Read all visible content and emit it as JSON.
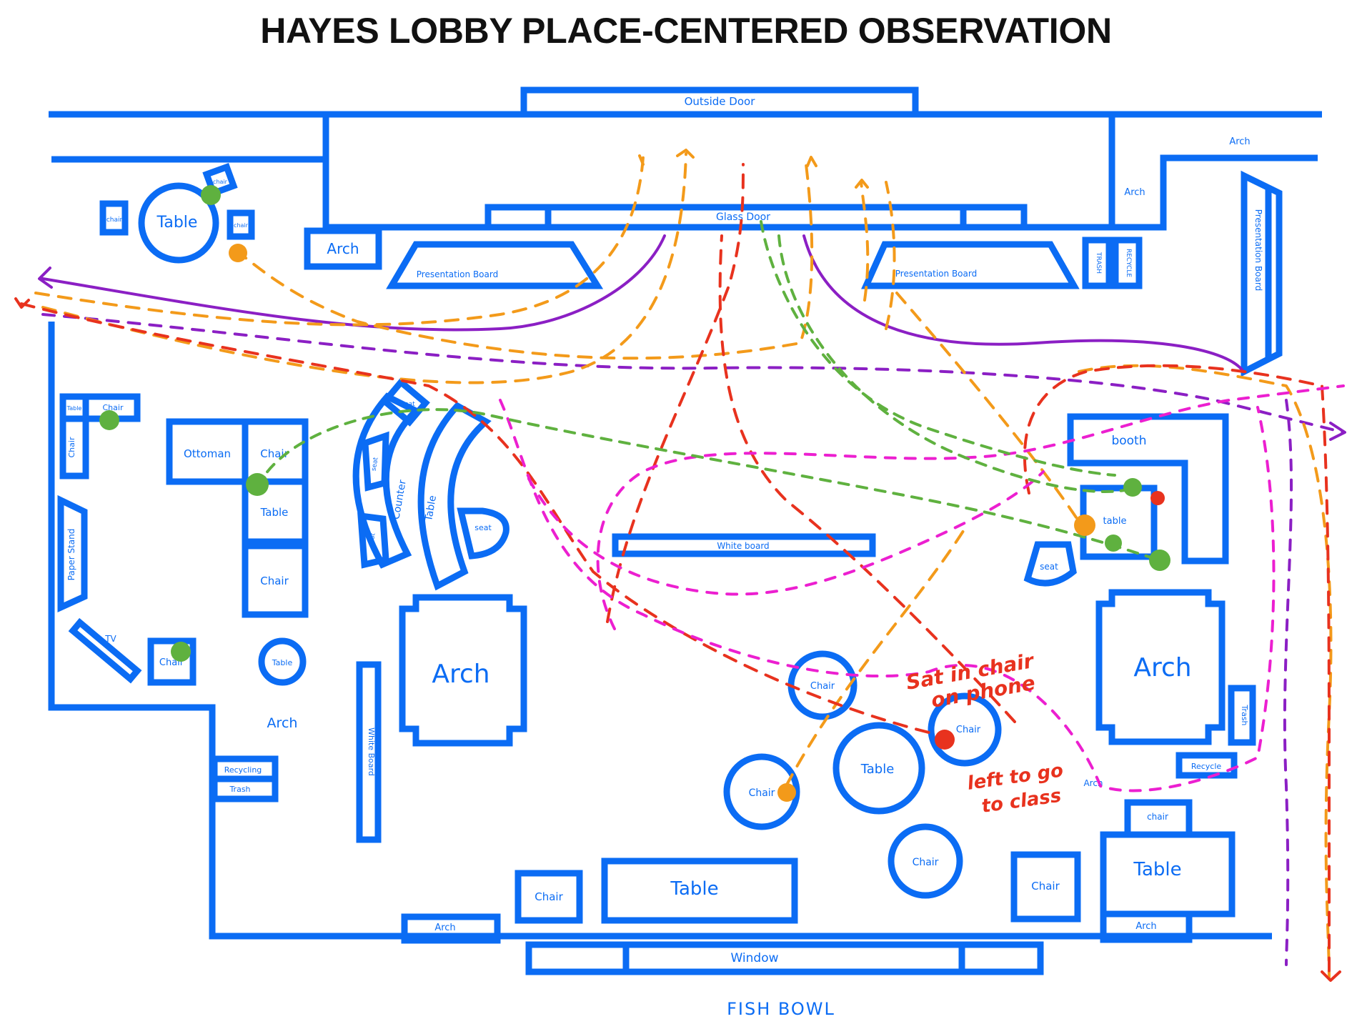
{
  "title": "HAYES LOBBY PLACE-CENTERED OBSERVATION",
  "colors": {
    "structure": "#0b6cf4",
    "path_purple": "#8b1fc4",
    "path_orange": "#f39a1a",
    "path_red": "#e8321e",
    "path_magenta": "#ec1fd0",
    "path_green": "#5fb13f",
    "dot_green": "#5fb13f",
    "dot_orange": "#f39a1a",
    "dot_red": "#e8321e",
    "note_text": "#e8321e"
  },
  "labels": {
    "outside_door": "Outside Door",
    "glass_door": "Glass Door",
    "arch_top_left": "Arch",
    "arch_top_right": "Arch",
    "arch_corridor": "Arch",
    "presentation_board_left": "Presentation Board",
    "presentation_board_right": "Presentation Board",
    "presentation_board_vertical": "Presentation Board",
    "trash_top": "TRASH",
    "recycle_top": "RECYCLE",
    "table_round_top": "Table",
    "chair_small_top_left": "chair",
    "chair_small_top_a": "chair",
    "chair_small_top_b": "chair",
    "table_small_left": "Table",
    "chair_small_left": "Chair",
    "chair_vertical_left": "Chair",
    "ottoman": "Ottoman",
    "chair_ottoman": "Chair",
    "table_center_left": "Table",
    "chair_center_left": "Chair",
    "paper_stand": "Paper Stand",
    "tv": "TV",
    "chair_bottom_left": "Chair",
    "table_round_small": "Table",
    "arch_lower_left": "Arch",
    "recycling": "Recycling",
    "trash_lower_left": "Trash",
    "white_board_vertical": "White Board",
    "counter": "Counter",
    "table_curved": "Table",
    "seat_top": "seat",
    "seat_mid": "seat",
    "seat_low": "seat",
    "seat_round": "seat",
    "white_board_center": "White board",
    "arch_big_center": "Arch",
    "arch_big_right": "Arch",
    "booth": "booth",
    "booth_table": "table",
    "seat_booth": "seat",
    "trash_right": "Trash",
    "recycle_right": "Recycle",
    "arch_right_small": "Arch",
    "chair_round_a": "Chair",
    "chair_round_b": "Chair",
    "table_round_center": "Table",
    "chair_round_c": "Chair",
    "chair_round_d": "Chair",
    "chair_bottom_sq": "Chair",
    "table_bottom": "Table",
    "chair_bottom_right_sq": "Chair",
    "chair_top_right_table": "chair",
    "table_bottom_right": "Table",
    "arch_bottom_left": "Arch",
    "arch_bottom_right": "Arch",
    "window": "Window",
    "fish_bowl": "FISH BOWL"
  },
  "annotations": {
    "sat_in_chair": "Sat in chair",
    "on_phone": "on phone",
    "left_to_go": "left to go",
    "to_class": "to class"
  }
}
